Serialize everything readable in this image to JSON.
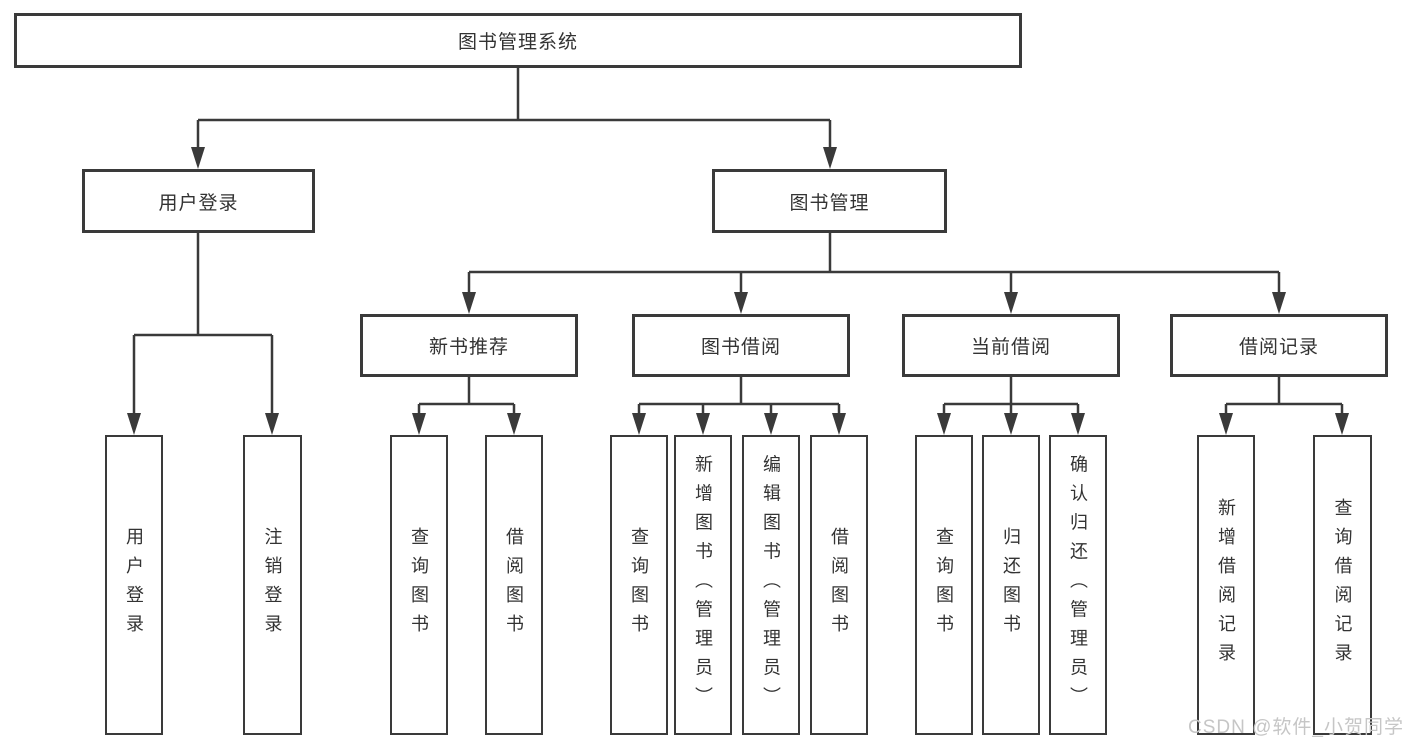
{
  "tree": {
    "root": {
      "label": "图书管理系统"
    },
    "branches": [
      {
        "label": "用户登录",
        "children": [
          {
            "label": "用户登录"
          },
          {
            "label": "注销登录"
          }
        ]
      },
      {
        "label": "图书管理",
        "children": [
          {
            "label": "新书推荐",
            "children": [
              {
                "label": "查询图书"
              },
              {
                "label": "借阅图书"
              }
            ]
          },
          {
            "label": "图书借阅",
            "children": [
              {
                "label": "查询图书"
              },
              {
                "label": "新增图书（管理员）"
              },
              {
                "label": "编辑图书（管理员）"
              },
              {
                "label": "借阅图书"
              }
            ]
          },
          {
            "label": "当前借阅",
            "children": [
              {
                "label": "查询图书"
              },
              {
                "label": "归还图书"
              },
              {
                "label": "确认归还（管理员）"
              }
            ]
          },
          {
            "label": "借阅记录",
            "children": [
              {
                "label": "新增借阅记录"
              },
              {
                "label": "查询借阅记录"
              }
            ]
          }
        ]
      }
    ],
    "watermark": "CSDN @软件_小贺同学",
    "colors": {
      "line": "#3a3a3a",
      "text": "#333333",
      "background": "#ffffff",
      "watermark": "#c6c6c6"
    }
  }
}
